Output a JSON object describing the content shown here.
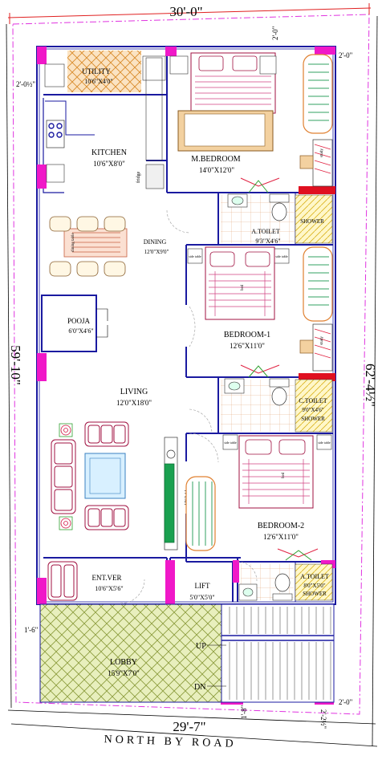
{
  "dimensions": {
    "top_width": "30'-0\"",
    "bottom_width": "29'-7\"",
    "left_depth": "59'-10\"",
    "right_depth": "62'-4½\"",
    "setback_top": "2'-0\"",
    "setback_top_right": "2'-0\"",
    "setback_left": "2'-0½\"",
    "setback_bottom_right": "2'-0\"",
    "setback_left_bottom": "1'-6\"",
    "setback_bottom_a": "1'-8\"",
    "setback_bottom_b": "2'-2½\""
  },
  "rooms": {
    "utility": {
      "name": "UTILITY",
      "size": "10'6\"X4'0\""
    },
    "kitchen": {
      "name": "KITCHEN",
      "size": "10'6\"X8'0\""
    },
    "dining": {
      "name": "DINING",
      "size": "12'0\"X9'0\""
    },
    "pooja": {
      "name": "POOJA",
      "size": "6'0\"X4'6\""
    },
    "living": {
      "name": "LIVING",
      "size": "12'0\"X18'0\""
    },
    "entver": {
      "name": "ENT.VER",
      "size": "10'6\"X5'6\""
    },
    "lift": {
      "name": "LIFT",
      "size": "5'0\"X5'0\""
    },
    "lobby": {
      "name": "LOBBY",
      "size": "15'9\"X7'0\""
    },
    "mbedroom": {
      "name": "M.BEDROOM",
      "size": "14'0\"X12'0\""
    },
    "atoilet1": {
      "name": "A.TOILET",
      "size": "9'3\"X4'6\""
    },
    "shower1": {
      "name": "SHOWER"
    },
    "bedroom1": {
      "name": "BEDROOM-1",
      "size": "12'6\"X11'0\""
    },
    "ctoilet": {
      "name": "C.TOILET",
      "size": "9'0\"X4'6\"",
      "shower": "SHOWER"
    },
    "bedroom2": {
      "name": "BEDROOM-2",
      "size": "12'6\"X11'0\""
    },
    "atoilet2": {
      "name": "A.TOILET",
      "size": "8'0\"X5'0\"",
      "shower": "SHOWER"
    }
  },
  "fixtures": {
    "fridge": "fridge",
    "dining_table": "dining table",
    "bed": "bed",
    "side_table": "side table",
    "study": "study",
    "tv_unit": "TV UNIT"
  },
  "stairs": {
    "up": "UP",
    "down": "DN"
  },
  "road": "NORTH BY ROAD"
}
